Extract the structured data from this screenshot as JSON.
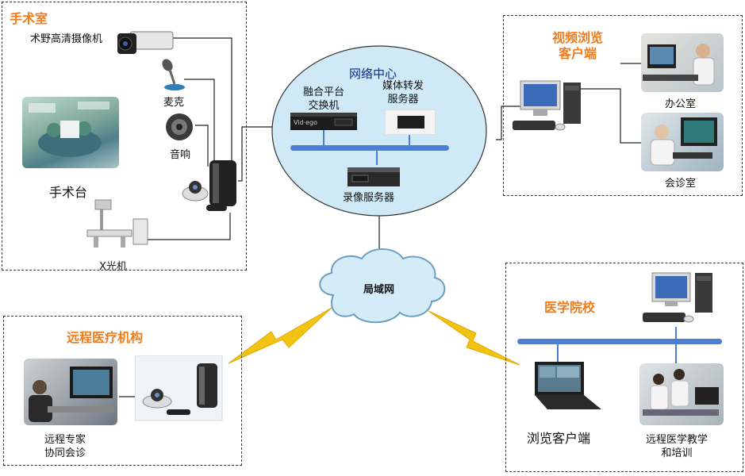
{
  "operating_room": {
    "title": "手术室",
    "camera_label": "术野高清摄像机",
    "mic_label": "麦克",
    "speaker_label": "音响",
    "table_label": "手术台",
    "xray_label": "X光机"
  },
  "network_center": {
    "title": "网络中心",
    "fusion_label": "融合平台\n交换机",
    "media_label": "媒体转发\n服务器",
    "recorder_label": "录像服务器",
    "device_brand": "Vid·ego"
  },
  "video_client": {
    "title": "视频浏览\n客户端",
    "office_label": "办公室",
    "consult_label": "会诊室"
  },
  "lan": {
    "label": "局域网"
  },
  "remote": {
    "title": "远程医疗机构",
    "caption": "远程专家\n协同会诊"
  },
  "school": {
    "title": "医学院校",
    "laptop_label": "浏览客户端",
    "teaching_label": "远程医学教学\n和培训"
  },
  "colors": {
    "accent": "#f07c1c",
    "bus": "#4a7fd4",
    "cloud": "#cfe9f7",
    "bolt": "#f3c313"
  }
}
